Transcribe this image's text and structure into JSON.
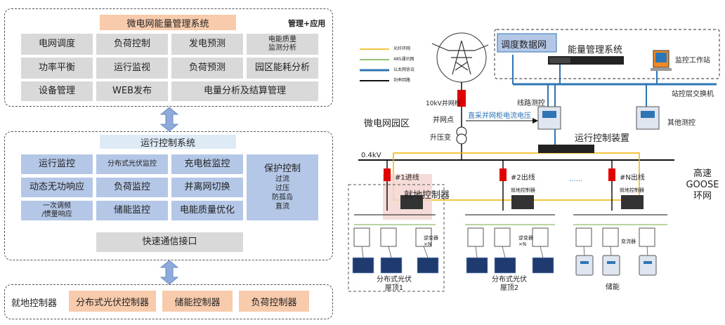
{
  "left": {
    "mgmt": {
      "title": "微电网能量管理系统",
      "corner": "管理+应用",
      "cells": [
        "电网调度",
        "负荷控制",
        "发电预测",
        "电能质量\n监测分析",
        "功率平衡",
        "运行监视",
        "负荷预测",
        "园区能耗分析",
        "设备管理",
        "WEB发布",
        "电量分析及结算管理"
      ]
    },
    "ctrl": {
      "title": "运行控制系统",
      "cells": [
        "运行监控",
        "分布式光伏监控",
        "充电桩监控",
        "动态无功响应",
        "负荷监控",
        "并离网切换",
        "一次调频\n/惯量响应",
        "储能监控",
        "电能质量优化"
      ],
      "protection": {
        "title": "保护控制",
        "items": [
          "过流",
          "过压",
          "防孤岛",
          "直流"
        ]
      },
      "comm": "快速通信接口"
    },
    "local": {
      "title": "就地控制器",
      "items": [
        "分布式光伏控制器",
        "储能控制器",
        "负荷控制器"
      ]
    }
  },
  "right": {
    "legend": [
      {
        "label": "光纤环网",
        "color": "#f0b400"
      },
      {
        "label": "485通讯网",
        "color": "#70ad47"
      },
      {
        "label": "以太网协议",
        "color": "#2e75b6"
      },
      {
        "label": "功率回路",
        "color": "#111111"
      }
    ],
    "dispatch": "调度数据网",
    "ems": "能量管理系统",
    "workstation": "监控工作站",
    "switch": "站控层交换机",
    "gridbreaker": "10kV并网柜",
    "pcc": "并网点",
    "transformer": "升压变",
    "park": "微电网园区",
    "collect": "直采并网柜电流电压",
    "linemeas": "线路测控",
    "othermeas": "其他测控",
    "runctrl": "运行控制装置",
    "bus": "0.4kV",
    "feeders": [
      "#1进线",
      "#2出线",
      "#N出线"
    ],
    "dots": "......",
    "localctrl": "就地控制器",
    "localsmall": "就地控制器",
    "goose": "高速GOOSE\n环网",
    "inverter": "逆变器\n×N",
    "inverter2": "逆变器\n×N",
    "converter": "变流器",
    "pv1": "分布式光伏\n屋顶1",
    "pv2": "分布式光伏\n屋顶2",
    "storage": "储能"
  },
  "colors": {
    "gray": "#d9d9d9",
    "blue": "#b4c7e7",
    "orange": "#f8cbad",
    "ctrlTitle": "#deebf7",
    "fiber": "#f0b400",
    "eth": "#2e75b6",
    "rs485": "#70ad47",
    "breaker": "#e00000"
  }
}
